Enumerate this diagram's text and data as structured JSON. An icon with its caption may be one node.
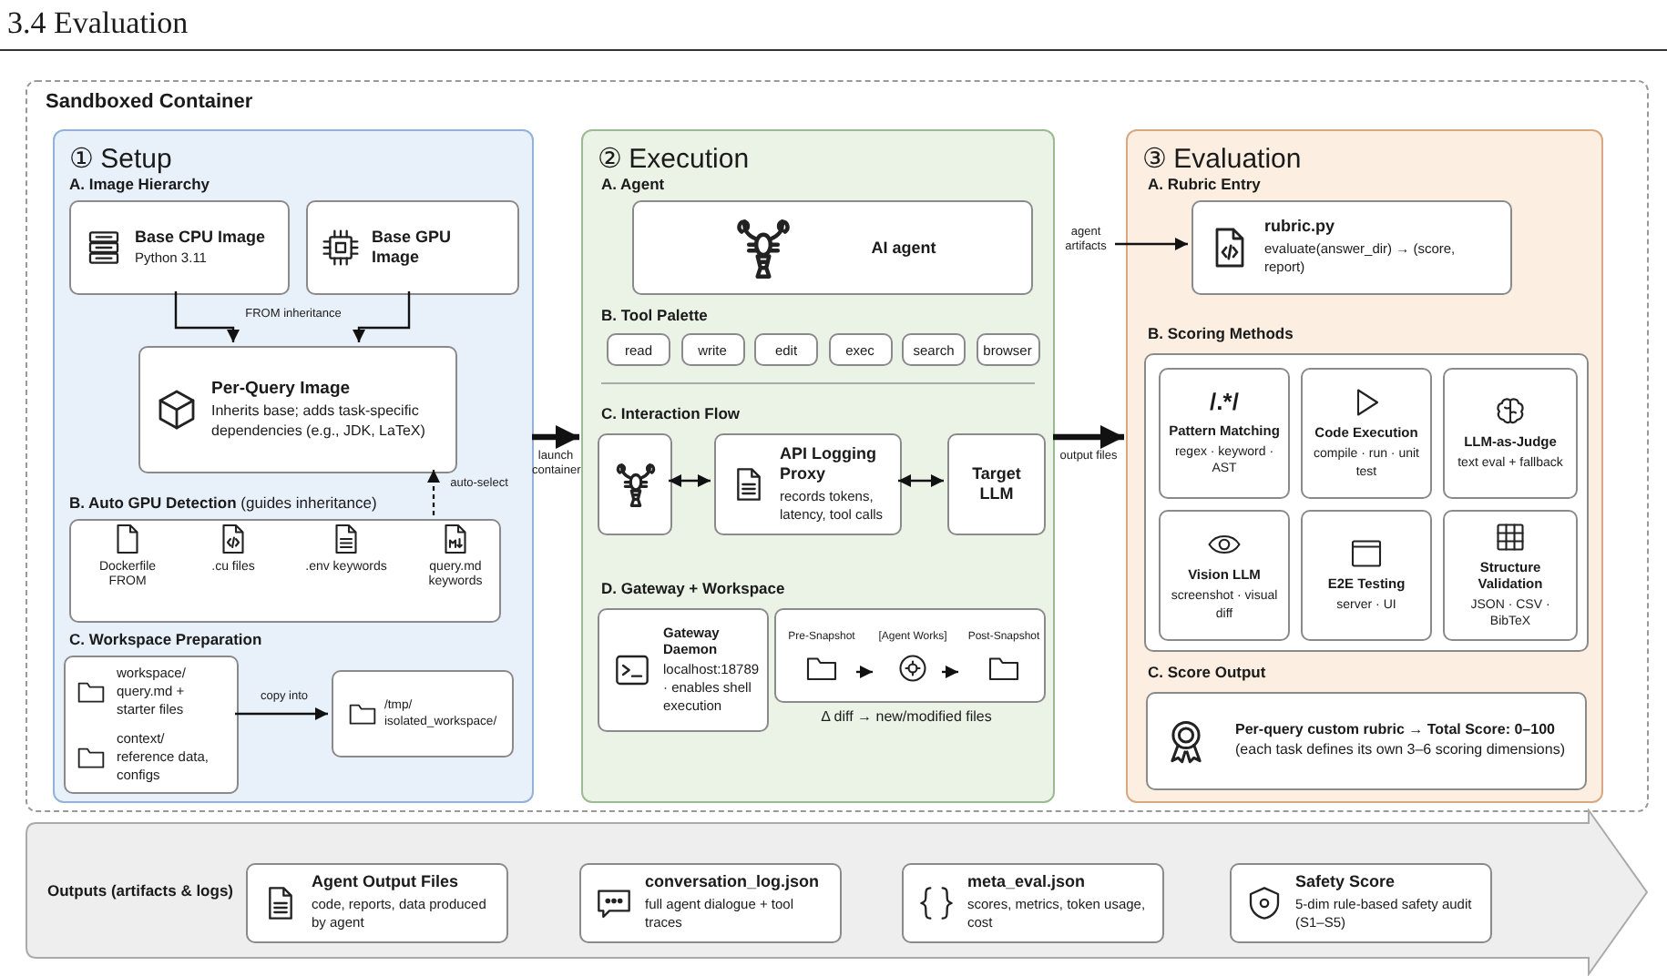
{
  "diagram": {
    "title": "3.4 Evaluation",
    "nodes": [
      {
        "text": [
          "Sandboxed Container"
        ]
      },
      {
        "text": [
          "① Setup"
        ],
        "in": 0
      },
      {
        "text": [
          "Base CPU Image",
          "Python 3.11"
        ],
        "in": 1
      },
      {
        "text": [
          "Base GPU Image"
        ],
        "in": 1
      },
      {
        "text": [
          "Per-Query Image",
          "Inherits base; adds task-specific dependencies (e.g., JDK, LaTeX)"
        ],
        "in": 1
      },
      {
        "text": [],
        "shape": "box",
        "in": 1
      },
      {
        "text": [
          "workspace/ query.md + starter files",
          "context/ reference data, configs"
        ],
        "in": 1
      },
      {
        "text": [
          "/tmp/ isolated_workspace/"
        ],
        "in": 1
      },
      {
        "text": [
          "② Execution"
        ],
        "in": 0
      },
      {
        "text": [
          "AI agent"
        ],
        "in": 8
      },
      {
        "text": [
          "read"
        ],
        "in": 8
      },
      {
        "text": [
          "write"
        ],
        "in": 8
      },
      {
        "text": [
          "edit"
        ],
        "in": 8
      },
      {
        "text": [
          "exec"
        ],
        "in": 8
      },
      {
        "text": [
          "search"
        ],
        "in": 8
      },
      {
        "text": [
          "browser"
        ],
        "in": 8
      },
      {
        "text": [],
        "shape": "box",
        "in": 8
      },
      {
        "text": [
          "API Logging Proxy",
          "records tokens, latency, tool calls"
        ],
        "in": 8
      },
      {
        "text": [
          "Target LLM"
        ],
        "in": 8
      },
      {
        "text": [
          "Gateway Daemon",
          "localhost:18789 · enables shell execution"
        ],
        "in": 8
      },
      {
        "text": [],
        "shape": "box",
        "in": 8,
        "beside": [
          "Δ diff → new/modified files"
        ]
      },
      {
        "text": [
          "Pre-Snapshot"
        ],
        "in": 20
      },
      {
        "text": [
          "[Agent Works]"
        ],
        "in": 20
      },
      {
        "text": [
          "Post-Snapshot"
        ],
        "in": 20
      },
      {
        "text": [
          "③ Evaluation"
        ],
        "in": 0
      },
      {
        "text": [
          "rubric.py",
          "evaluate(answer_dir) → (score, report)"
        ],
        "in": 24
      },
      {
        "text": [],
        "shape": "box",
        "in": 24
      },
      {
        "text": [
          "/.*/",
          "Pattern Matching",
          "regex · keyword · AST"
        ],
        "in": 26
      },
      {
        "text": [
          "Code Execution",
          "compile · run · unit test"
        ],
        "in": 26
      },
      {
        "text": [
          "LLM-as-Judge",
          "text eval + fallback"
        ],
        "in": 26
      },
      {
        "text": [
          "Vision LLM",
          "screenshot · visual diff"
        ],
        "in": 26
      },
      {
        "text": [
          "E2E Testing",
          "server · UI"
        ],
        "in": 26
      },
      {
        "text": [
          "Structure Validation",
          "JSON · CSV · BibTeX"
        ],
        "in": 26
      },
      {
        "text": [
          "Per-query custom rubric → Total Score: 0–100",
          "(each task defines its own 3–6 scoring dimensions)"
        ],
        "in": 24
      },
      {
        "text": [
          "Outputs (artifacts & logs)"
        ]
      },
      {
        "text": [
          "Agent Output Files",
          "code, reports, data produced by agent"
        ],
        "in": 34
      },
      {
        "text": [
          "conversation_log.json",
          "full agent dialogue + tool traces"
        ],
        "in": 34
      },
      {
        "text": [
          "meta_eval.json",
          "scores, metrics, token usage, cost"
        ],
        "in": 34
      },
      {
        "text": [
          "Safety Score",
          "5-dim rule-based safety audit (S1–S5)"
        ],
        "in": 34
      }
    ],
    "edges": [
      {
        "from": 2,
        "to": 4,
        "arrow": "to"
      },
      {
        "from": 3,
        "to": 4,
        "arrow": "to"
      },
      {
        "from": 5,
        "to": 4,
        "arrow": "to",
        "style": "dashed",
        "label": "auto-select"
      },
      {
        "from": 6,
        "to": 7,
        "arrow": "to",
        "label": "copy into"
      },
      {
        "from": 1,
        "to": 8,
        "arrow": "to",
        "style": "thick",
        "label": "launch container"
      },
      {
        "from": 8,
        "to": 24,
        "arrow": "to",
        "style": "thick",
        "label": "output files"
      },
      {
        "from": null,
        "to": 25,
        "arrow": "to",
        "label": "agent artifacts"
      },
      {
        "from": 16,
        "to": 17,
        "arrow": "both"
      },
      {
        "from": 17,
        "to": 18,
        "arrow": "both"
      },
      {
        "from": 21,
        "to": 22,
        "arrow": "to"
      },
      {
        "from": 22,
        "to": 23,
        "arrow": "to"
      }
    ],
    "labels": [
      "A. Image Hierarchy",
      "FROM inheritance",
      "**B. Auto GPU Detection** (guides inheritance)",
      "Dockerfile FROM",
      ".cu files",
      ".env keywords",
      "query.md keywords",
      "C. Workspace Preparation",
      "A. Agent",
      "B. Tool Palette",
      "C. Interaction Flow",
      "D. Gateway + Workspace",
      "A. Rubric Entry",
      "B. Scoring Methods",
      "C. Score Output"
    ]
  }
}
